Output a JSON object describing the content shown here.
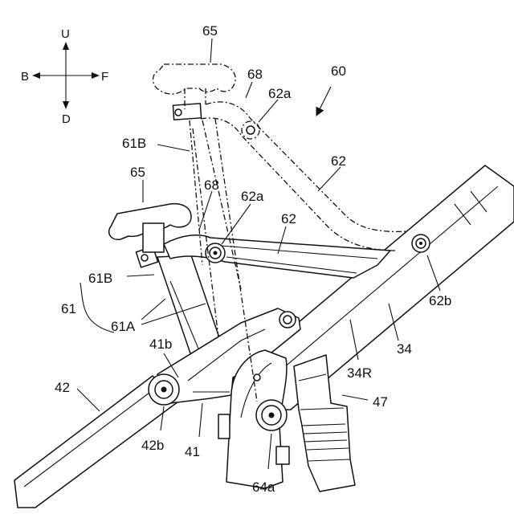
{
  "directions": {
    "up": "U",
    "down": "D",
    "back": "B",
    "front": "F"
  },
  "labels": {
    "l60": "60",
    "l65_top": "65",
    "l68_top": "68",
    "l62a_top": "62a",
    "l61B_top": "61B",
    "l62_top": "62",
    "l65_mid": "65",
    "l68_mid": "68",
    "l62a_mid": "62a",
    "l62_mid": "62",
    "l61B_left": "61B",
    "l61": "61",
    "l61A": "61A",
    "l41b": "41b",
    "l42": "42",
    "l42b": "42b",
    "l41": "41",
    "l64a": "64a",
    "l47": "47",
    "l34R": "34R",
    "l34": "34",
    "l62b": "62b"
  }
}
